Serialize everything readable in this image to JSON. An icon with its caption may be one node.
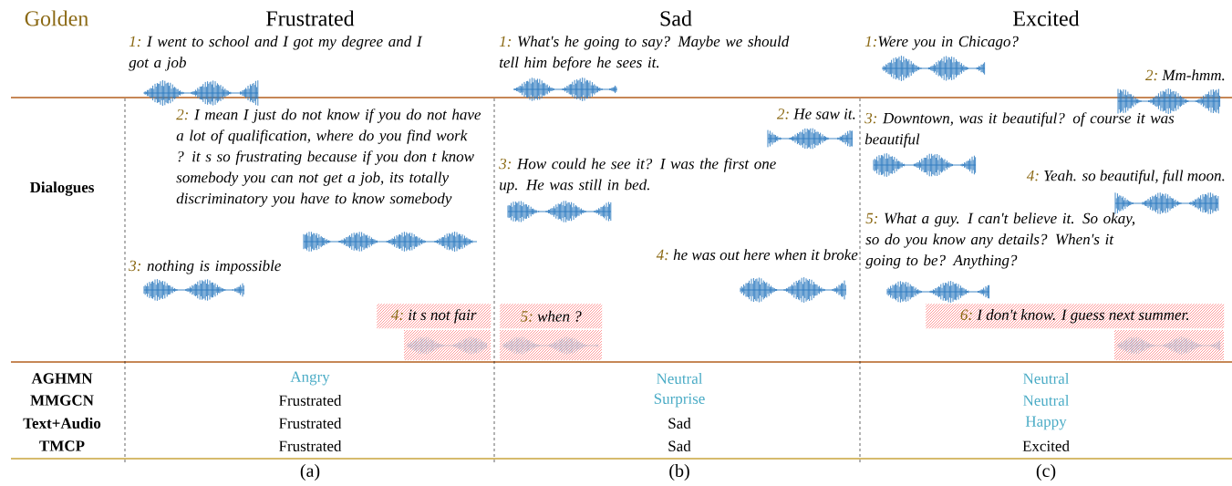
{
  "diagram": {
    "nodes": [
      {
        "text": [
          "4:",
          "it s not fair"
        ]
      },
      {
        "text": [
          "5:",
          "when ?"
        ]
      },
      {
        "text": [
          "6:",
          "I don't know.  I guess next summer."
        ]
      }
    ],
    "labels": [
      "Golden",
      "Frustrated",
      "Sad",
      "Excited",
      "Dialogues",
      "1:",
      "I went to school and I got my degree and I got a job",
      "2:",
      "I mean I just do not know if you do not have a lot of qualification, where do you find work ? it s  so frustrating because if you don t know somebody you can not get a job, its totally discriminatory you have to know somebody",
      "3:",
      "nothing is impossible",
      "1:",
      "What's he going to say? Maybe we should tell him before he sees it.",
      "2:",
      "He saw it.",
      "3:",
      "How could he see it?  I was the first one up.  He was still in bed.",
      "4:",
      "he was out here when it broke",
      "1:",
      "Were you in Chicago?",
      "2:",
      "Mm-hmm.",
      "3:",
      "Downtown, was it beautiful? of course it was beautiful",
      "4:",
      "Yeah. so beautiful, full moon.",
      "5:",
      "What a guy.  I can't believe it.  So okay, so do you know any details? When's it going to be?  Anything?",
      "AGHMN",
      "Angry",
      "Neutral",
      "Neutral",
      "MMGCN",
      "Frustrated",
      "Surprise",
      "Neutral",
      "Text+Audio",
      "Frustrated",
      "Sad",
      "Happy",
      "TMCP",
      "Frustrated",
      "Sad",
      "Excited",
      "(a)",
      "(b)",
      "(c)"
    ]
  }
}
